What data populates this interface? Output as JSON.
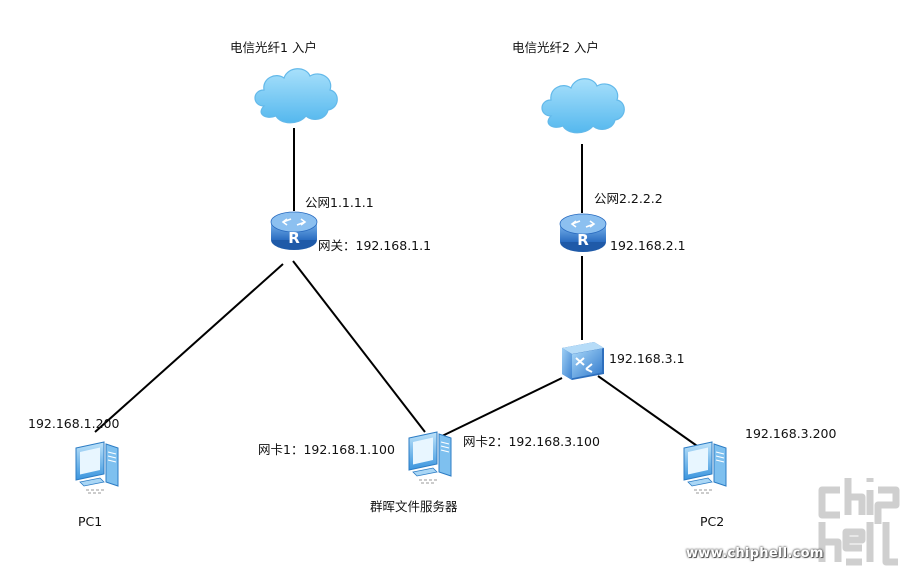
{
  "labels": {
    "cloud1": "电信光纤1 入户",
    "cloud2": "电信光纤2 入户",
    "public1": "公网1.1.1.1",
    "gateway1": "网关：192.168.1.1",
    "public2": "公网2.2.2.2",
    "router2_ip": "192.168.2.1",
    "switch_ip": "192.168.3.1",
    "pc1_ip": "192.168.1.200",
    "nic1": "网卡1：192.168.1.100",
    "nic2": "网卡2：192.168.3.100",
    "pc2_ip": "192.168.3.200",
    "pc1_name": "PC1",
    "server_name": "群晖文件服务器",
    "pc2_name": "PC2"
  },
  "watermark": {
    "url": "www.chiphell.com",
    "logo_text": "chip hell"
  },
  "colors": {
    "link": "#000000",
    "cloud": "#6ec6f2",
    "router": "#3a7fd0",
    "switch": "#4a8fd6",
    "pc": "#4aa3e6"
  }
}
